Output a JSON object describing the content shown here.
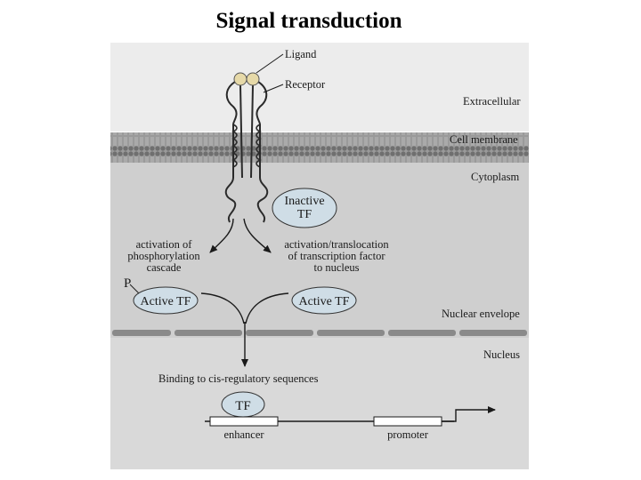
{
  "title": "Signal transduction",
  "labels": {
    "ligand": "Ligand",
    "receptor": "Receptor",
    "extracellular": "Extracellular",
    "cell_membrane": "Cell membrane",
    "cytoplasm": "Cytoplasm",
    "inactive_tf_line1": "Inactive",
    "inactive_tf_line2": "TF",
    "left_path": [
      "activation of",
      "phosphorylation",
      "cascade"
    ],
    "right_path": [
      "activation/translocation",
      "of transcription factor",
      "to nucleus"
    ],
    "phosphate": "P",
    "active_tf_left": "Active TF",
    "active_tf_right": "Active TF",
    "nuclear_envelope": "Nuclear envelope",
    "nucleus": "Nucleus",
    "binding": "Binding to cis-regulatory sequences",
    "tf": "TF",
    "enhancer": "enhancer",
    "promoter": "promoter"
  },
  "colors": {
    "extracellular_bg": "#ececec",
    "cytoplasm_bg": "#cfcfcf",
    "nucleus_bg": "#d9d9d9",
    "membrane": "#8c8c8c",
    "tf_fill": "#cfdde6",
    "ligand_fill": "#e6d9a8"
  }
}
